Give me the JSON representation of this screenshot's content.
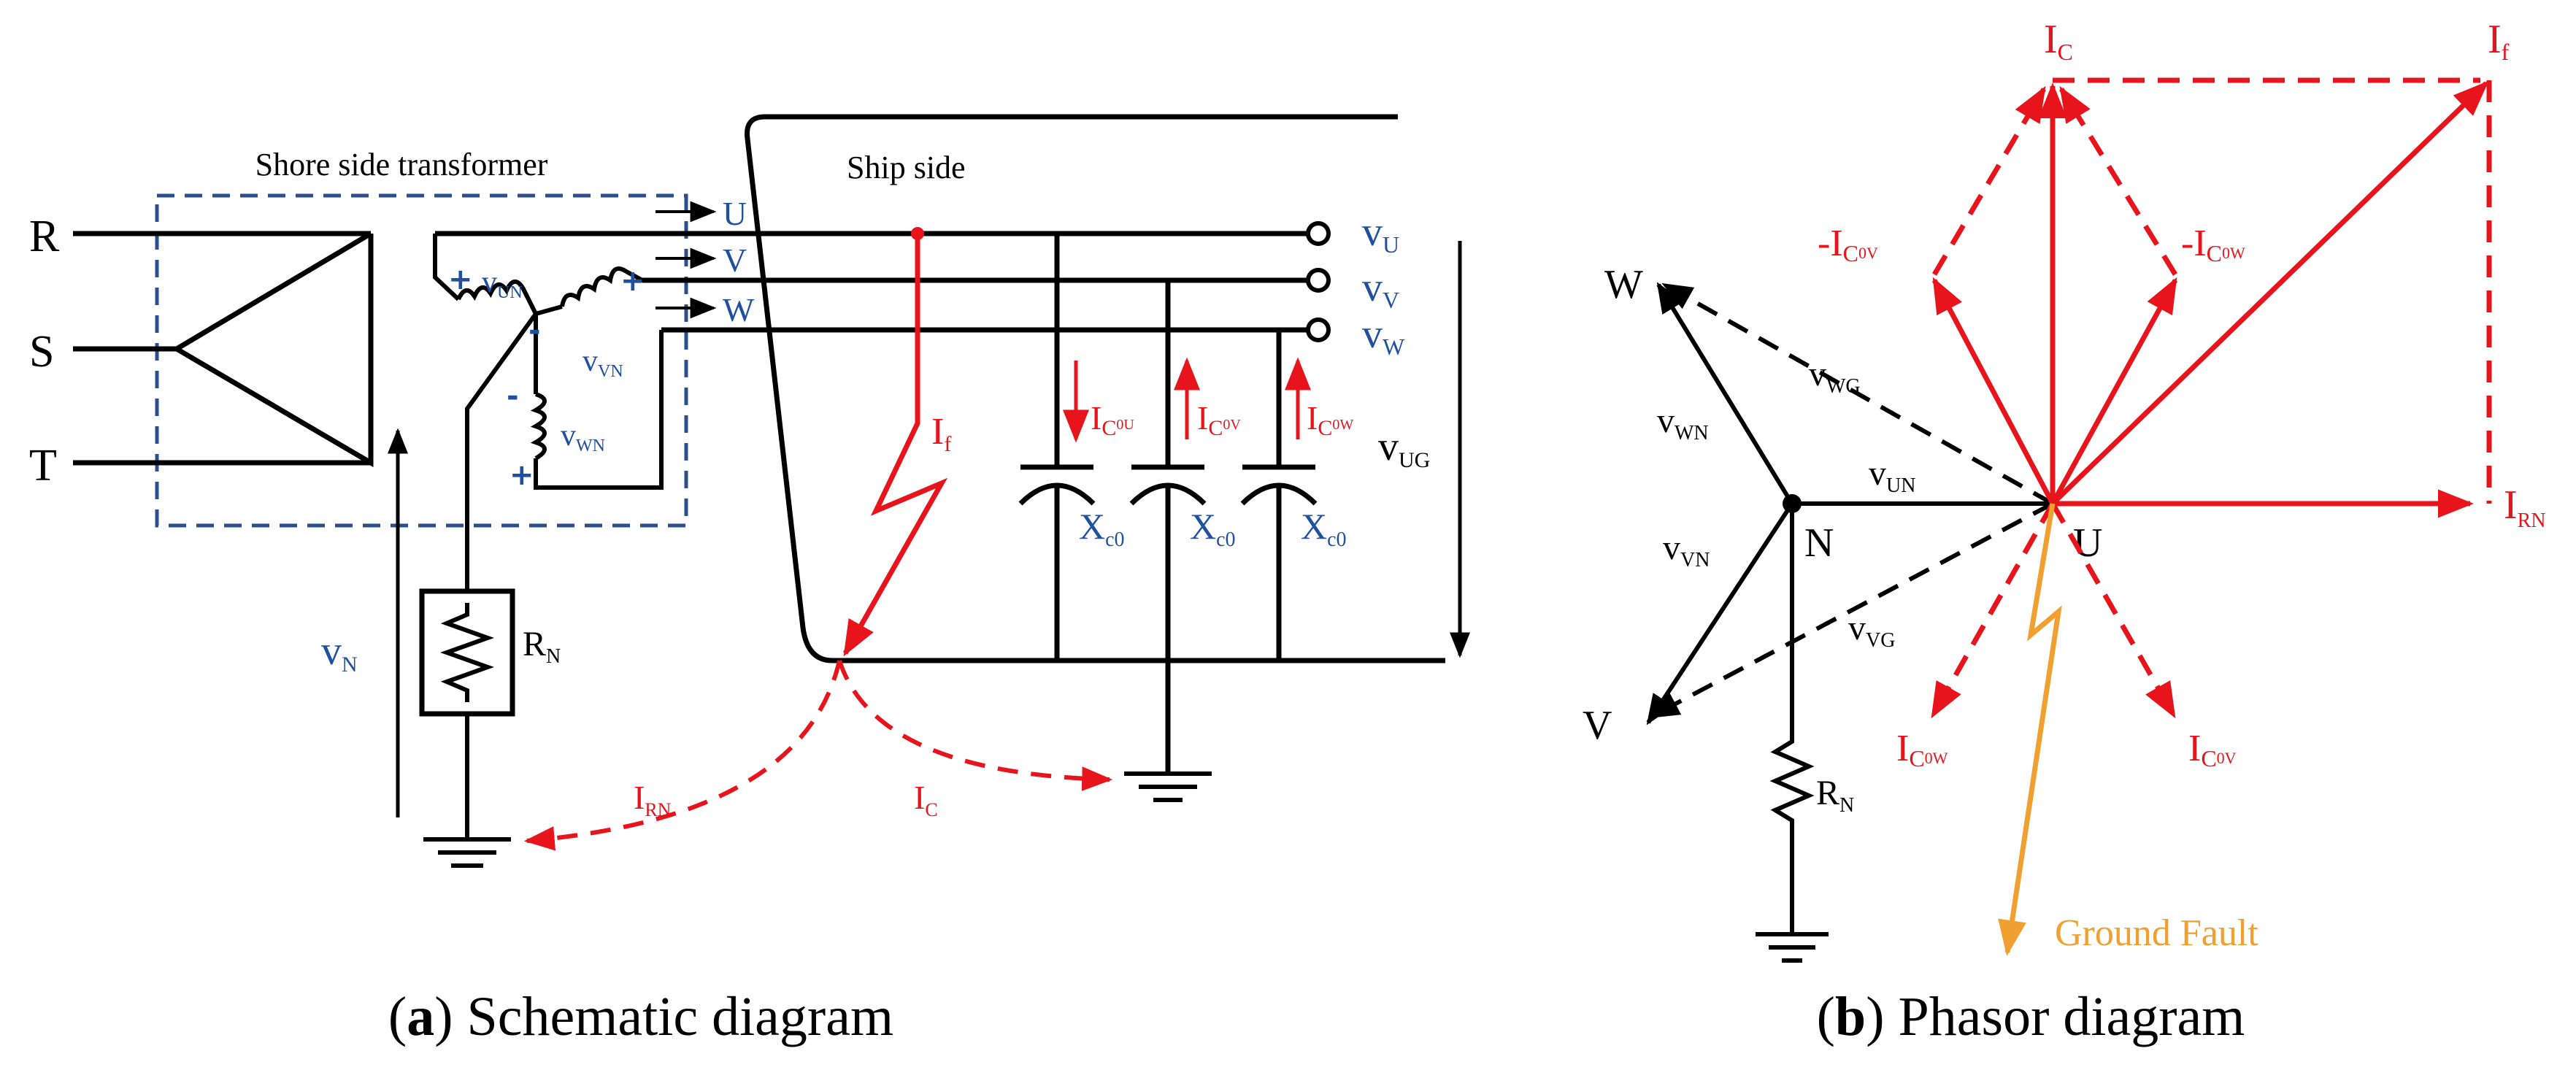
{
  "colors": {
    "black": "#000000",
    "blue": "#1f4f9f",
    "dash_box": "#2b4f8c",
    "red": "#e8141c",
    "orange": "#f0a030"
  },
  "schematic": {
    "caption": {
      "open": "(",
      "letter": "a",
      "rest": ") Schematic diagram"
    },
    "box_label": "Shore side transformer",
    "ship_label": "Ship side",
    "phases_in": [
      "R",
      "S",
      "T"
    ],
    "phases_out": [
      "U",
      "V",
      "W"
    ],
    "terminals": [
      {
        "main": "v",
        "sub": "U"
      },
      {
        "main": "v",
        "sub": "V"
      },
      {
        "main": "v",
        "sub": "W"
      }
    ],
    "coils": [
      {
        "main": "v",
        "sub": "UN"
      },
      {
        "main": "v",
        "sub": "VN"
      },
      {
        "main": "v",
        "sub": "WN"
      }
    ],
    "polarity": {
      "plus": "+",
      "minus": "-"
    },
    "vug": {
      "main": "v",
      "sub": "UG"
    },
    "vn": {
      "main": "v",
      "sub": "N"
    },
    "rn": {
      "main": "R",
      "sub": "N"
    },
    "fault_current": {
      "main": "I",
      "sub": "f"
    },
    "cap_currents": [
      {
        "main": "I",
        "sub": "C",
        "sub2": "0U"
      },
      {
        "main": "I",
        "sub": "C",
        "sub2": "0V"
      },
      {
        "main": "I",
        "sub": "C",
        "sub2": "0W"
      }
    ],
    "capacitors": [
      {
        "main": "X",
        "sub": "c0"
      },
      {
        "main": "X",
        "sub": "c0"
      },
      {
        "main": "X",
        "sub": "c0"
      }
    ],
    "irn": {
      "main": "I",
      "sub": "RN"
    },
    "ic": {
      "main": "I",
      "sub": "C"
    }
  },
  "phasor": {
    "caption": {
      "open": "(",
      "letter": "b",
      "rest": ") Phasor diagram"
    },
    "node_labels": {
      "W": "W",
      "V": "V",
      "N": "N",
      "U": "U"
    },
    "vwg": {
      "main": "v",
      "sub": "WG"
    },
    "vwn": {
      "main": "v",
      "sub": "WN"
    },
    "vun": {
      "main": "v",
      "sub": "UN"
    },
    "vvn": {
      "main": "v",
      "sub": "VN"
    },
    "vvg": {
      "main": "v",
      "sub": "VG"
    },
    "rn": {
      "main": "R",
      "sub": "N"
    },
    "ic": {
      "main": "I",
      "sub": "C"
    },
    "if": {
      "main": "I",
      "sub": "f"
    },
    "irn": {
      "main": "I",
      "sub": "RN"
    },
    "neg_ic0v": {
      "main": "-I",
      "sub": "C",
      "sub2": "0V"
    },
    "neg_ic0w": {
      "main": "-I",
      "sub": "C",
      "sub2": "0W"
    },
    "ic0w": {
      "main": "I",
      "sub": "C",
      "sub2": "0W"
    },
    "ic0v": {
      "main": "I",
      "sub": "C",
      "sub2": "0V"
    },
    "ground_fault": "Ground Fault"
  }
}
